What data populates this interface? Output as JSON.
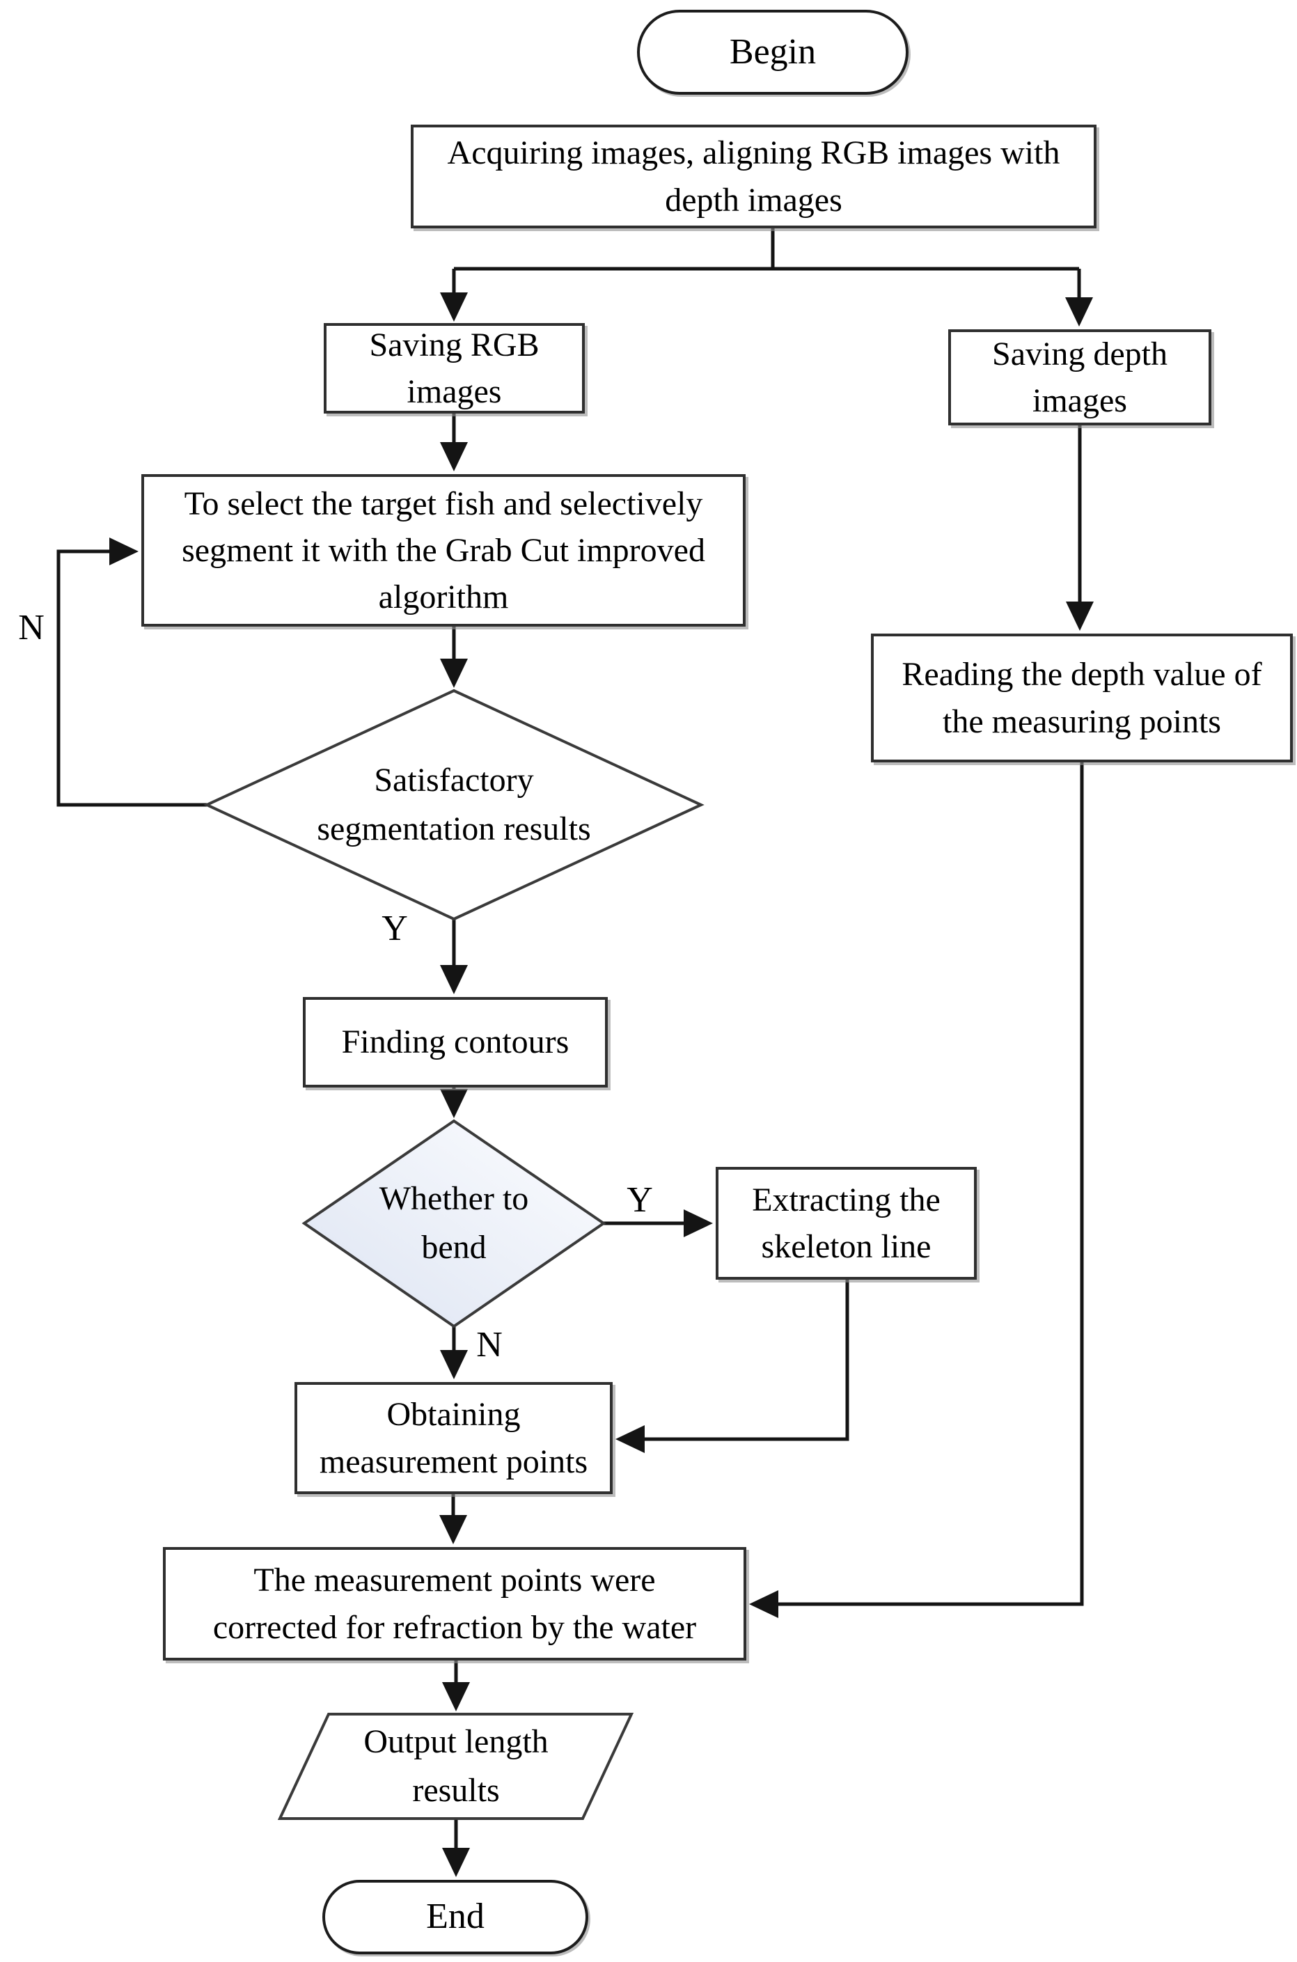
{
  "nodes": {
    "begin": {
      "label": "Begin",
      "type": "terminator"
    },
    "acquiring": {
      "label": "Acquiring images, aligning RGB images with\ndepth images",
      "type": "process"
    },
    "saving_rgb": {
      "label": "Saving RGB\nimages",
      "type": "process"
    },
    "saving_depth": {
      "label": "Saving depth\nimages",
      "type": "process"
    },
    "grabcut": {
      "label": "To select the target fish and selectively\nsegment it with the Grab Cut improved\nalgorithm",
      "type": "process"
    },
    "seg_decision": {
      "label": "Satisfactory\nsegmentation results",
      "type": "decision"
    },
    "finding": {
      "label": "Finding contours",
      "type": "process"
    },
    "bend_decision": {
      "label": "Whether to\nbend",
      "type": "decision"
    },
    "extracting": {
      "label": "Extracting the\nskeleton line",
      "type": "process"
    },
    "obtaining": {
      "label": "Obtaining\nmeasurement points",
      "type": "process"
    },
    "reading": {
      "label": "Reading the depth value of\nthe measuring points",
      "type": "process"
    },
    "correction": {
      "label": "The measurement points were\ncorrected for refraction by the water",
      "type": "process"
    },
    "output": {
      "label": "Output length\nresults",
      "type": "io"
    },
    "end": {
      "label": "End",
      "type": "terminator"
    }
  },
  "edge_labels": {
    "seg_no": "N",
    "seg_yes": "Y",
    "bend_yes": "Y",
    "bend_no": "N"
  },
  "colors": {
    "ink": "#000000",
    "line": "#141414",
    "border": "#2f2f2f",
    "paper": "#ffffff",
    "bend-fill-dark": "#dde4f2",
    "bend-fill-light": "#fcfdff"
  }
}
